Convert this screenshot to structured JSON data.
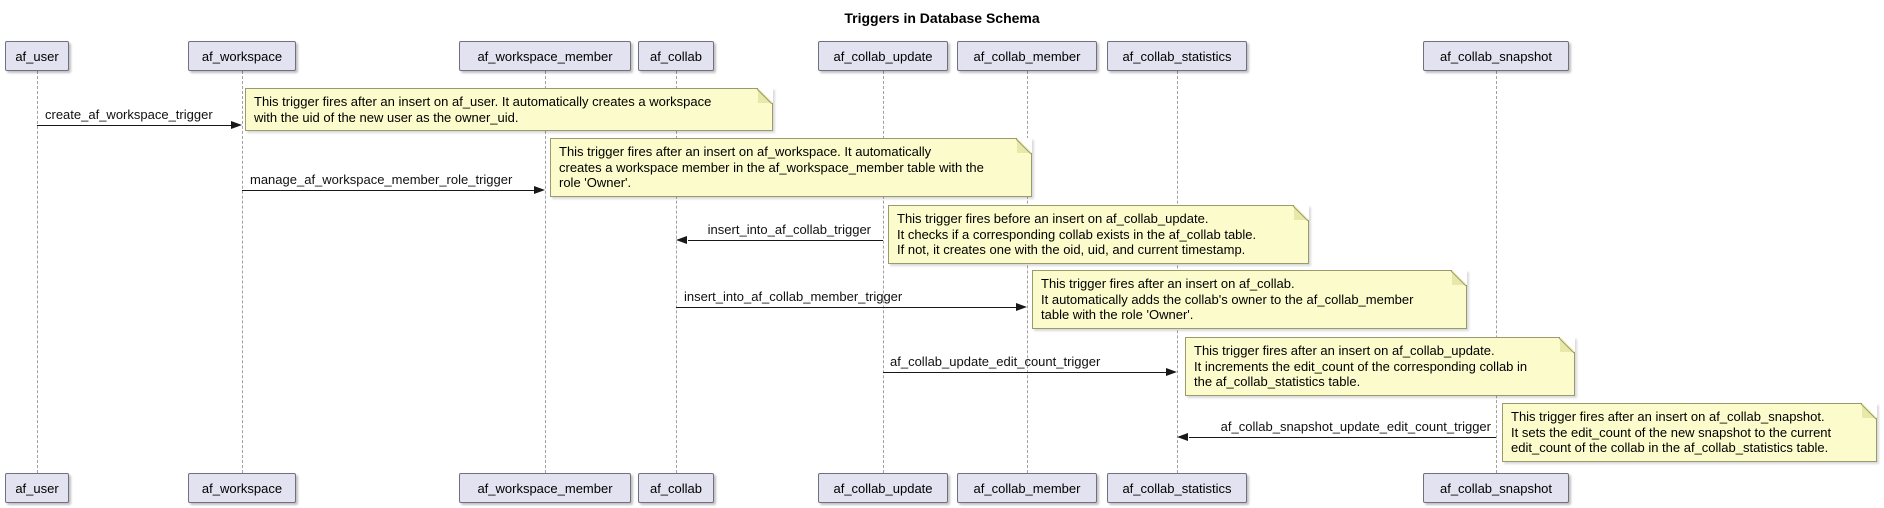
{
  "diagram": {
    "title": "Triggers in Database Schema",
    "type": "sequence-diagram"
  },
  "participants": [
    {
      "name": "af_user"
    },
    {
      "name": "af_workspace"
    },
    {
      "name": "af_workspace_member"
    },
    {
      "name": "af_collab"
    },
    {
      "name": "af_collab_update"
    },
    {
      "name": "af_collab_member"
    },
    {
      "name": "af_collab_statistics"
    },
    {
      "name": "af_collab_snapshot"
    }
  ],
  "messages": [
    {
      "label": "create_af_workspace_trigger",
      "from": "af_user",
      "to": "af_workspace",
      "direction": "right"
    },
    {
      "label": "manage_af_workspace_member_role_trigger",
      "from": "af_workspace",
      "to": "af_workspace_member",
      "direction": "right"
    },
    {
      "label": "insert_into_af_collab_trigger",
      "from": "af_collab_update",
      "to": "af_collab",
      "direction": "left"
    },
    {
      "label": "insert_into_af_collab_member_trigger",
      "from": "af_collab",
      "to": "af_collab_member",
      "direction": "right"
    },
    {
      "label": "af_collab_update_edit_count_trigger",
      "from": "af_collab_update",
      "to": "af_collab_statistics",
      "direction": "right"
    },
    {
      "label": "af_collab_snapshot_update_edit_count_trigger",
      "from": "af_collab_snapshot",
      "to": "af_collab_statistics",
      "direction": "left"
    }
  ],
  "notes": [
    {
      "lines": [
        "This trigger fires after an insert on af_user. It automatically creates a workspace",
        "with the uid of the new user as the owner_uid."
      ]
    },
    {
      "lines": [
        "This trigger fires after an insert on af_workspace. It automatically",
        "creates a workspace member in the af_workspace_member table with the",
        "role 'Owner'."
      ]
    },
    {
      "lines": [
        "This trigger fires before an insert on af_collab_update.",
        "It checks if a corresponding collab exists in the af_collab table.",
        "If not, it creates one with the oid, uid, and current timestamp."
      ]
    },
    {
      "lines": [
        "This trigger fires after an insert on af_collab.",
        "It automatically adds the collab's owner to the af_collab_member",
        "table with the role 'Owner'."
      ]
    },
    {
      "lines": [
        "This trigger fires after an insert on af_collab_update.",
        "It increments the edit_count of the corresponding collab in",
        "the af_collab_statistics table."
      ]
    },
    {
      "lines": [
        "This trigger fires after an insert on af_collab_snapshot.",
        "It sets the edit_count of the new snapshot to the current",
        "edit_count of the collab in the af_collab_statistics table."
      ]
    }
  ],
  "colors": {
    "participant_fill": "#E2E2F0",
    "participant_border": "#707080",
    "note_fill": "#FBFBCB",
    "note_border": "#9A9A6E",
    "lifeline": "#A0A0A0",
    "arrow": "#181818",
    "title_text": "#000000"
  }
}
